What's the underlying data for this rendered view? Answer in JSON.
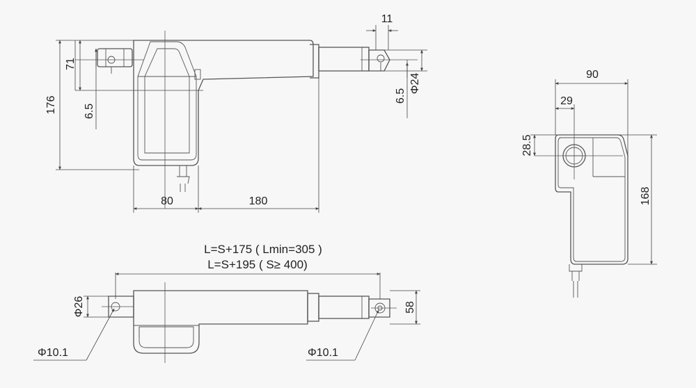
{
  "dimensions": {
    "side_view": {
      "d11": "11",
      "d71": "71",
      "d176": "176",
      "d6_5_left": "6.5",
      "d6_5_right": "6.5",
      "phi24": "Φ24",
      "d80": "80",
      "d180": "180"
    },
    "end_view": {
      "d90": "90",
      "d29": "29",
      "d28_5": "28.5",
      "d168": "168"
    },
    "top_view": {
      "formula_1": "L=S+175 ( Lmin=305 )",
      "formula_2": "L=S+195 ( S≥ 400)",
      "phi26": "Φ26",
      "d58": "58",
      "phi10_1_left": "Φ10.1",
      "phi10_1_right": "Φ10.1"
    }
  }
}
